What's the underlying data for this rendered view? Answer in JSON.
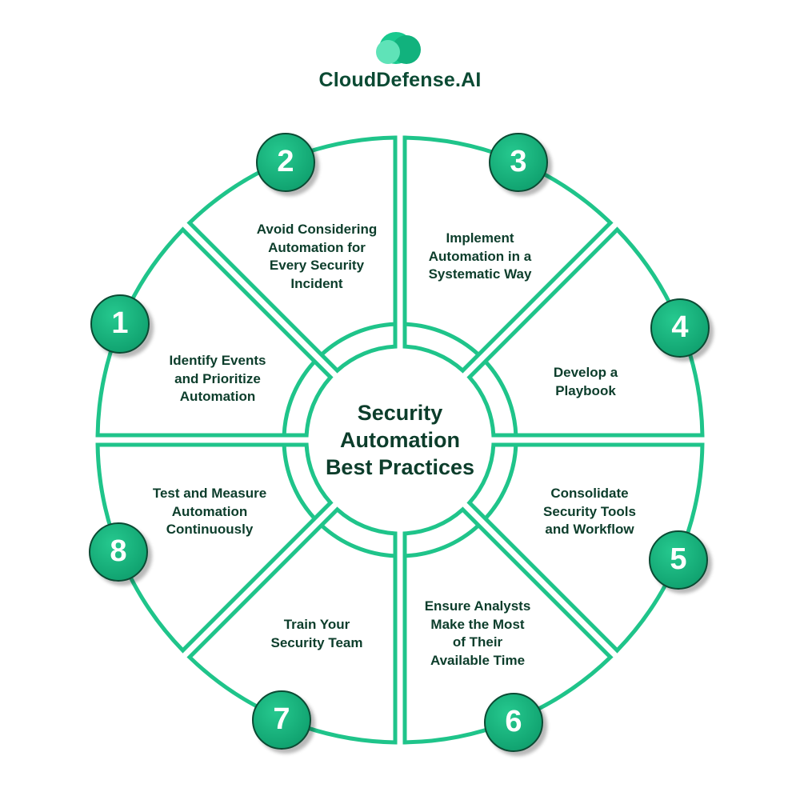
{
  "brand": {
    "name": "CloudDefense.AI"
  },
  "center": {
    "lines": [
      "Security",
      "Automation",
      "Best Practices"
    ]
  },
  "colors": {
    "ring": "#1fc48a",
    "text": "#0c3d2b",
    "badge": "#12a572"
  },
  "practices": [
    {
      "number": "1",
      "lines": [
        "Identify Events",
        "and Prioritize",
        "Automation"
      ]
    },
    {
      "number": "2",
      "lines": [
        "Avoid Considering",
        "Automation for",
        "Every Security",
        "Incident"
      ]
    },
    {
      "number": "3",
      "lines": [
        "Implement",
        "Automation in a",
        "Systematic Way"
      ]
    },
    {
      "number": "4",
      "lines": [
        "Develop a",
        "Playbook"
      ]
    },
    {
      "number": "5",
      "lines": [
        "Consolidate",
        "Security Tools",
        "and Workflow"
      ]
    },
    {
      "number": "6",
      "lines": [
        "Ensure Analysts",
        "Make the Most",
        "of Their",
        "Available Time"
      ]
    },
    {
      "number": "7",
      "lines": [
        "Train Your",
        "Security Team"
      ]
    },
    {
      "number": "8",
      "lines": [
        "Test and Measure",
        "Automation",
        "Continuously"
      ]
    }
  ]
}
